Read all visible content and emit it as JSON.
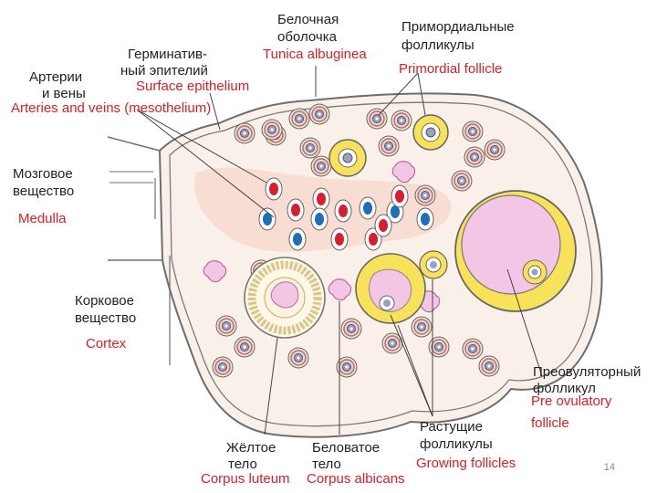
{
  "labels": {
    "tunica_ru_1": "Белочная",
    "tunica_ru_2": "оболочка",
    "tunica_en": "Tunica albuginea",
    "primordial_ru_1": "Примордиальные",
    "primordial_ru_2": "фолликулы",
    "primordial_en": "Primordial follicle",
    "germinal_ru_1": "Герминатив-",
    "germinal_ru_2": "ный эпителий",
    "germinal_en": "Surface epithelium",
    "arteries_ru_1": "Артерии",
    "arteries_ru_2": "и вены",
    "arteries_en": "Arteries and veins (mesothelium)",
    "medulla_ru_1": "Мозговое",
    "medulla_ru_2": "вещество",
    "medulla_en": "Medulla",
    "cortex_ru_1": "Корковое",
    "cortex_ru_2": "вещество",
    "cortex_en": "Cortex",
    "preovulatory_ru_1": "Преовуляторный",
    "preovulatory_ru_2": "фолликул",
    "preovulatory_en_1": "Pre ovulatory",
    "preovulatory_en_2": "follicle",
    "growing_ru_1": "Растущие",
    "growing_ru_2": "фолликулы",
    "growing_en": "Growing follicles",
    "luteum_ru_1": "Жёлтое",
    "luteum_ru_2": "тело",
    "luteum_en": "Corpus luteum",
    "albicans_ru_1": "Беловатое",
    "albicans_ru_2": "тело",
    "albicans_en": "Corpus albicans"
  },
  "page_number": "14",
  "colors": {
    "label_red": "#d81f26",
    "follicle_yellow": "#f7e25a",
    "antrum_pink": "#f3c6e6",
    "medulla_pink": "#f8ddd2",
    "vessel_red": "#d71f32",
    "vessel_blue": "#1e6fb8",
    "outline": "#6e6e6e"
  }
}
